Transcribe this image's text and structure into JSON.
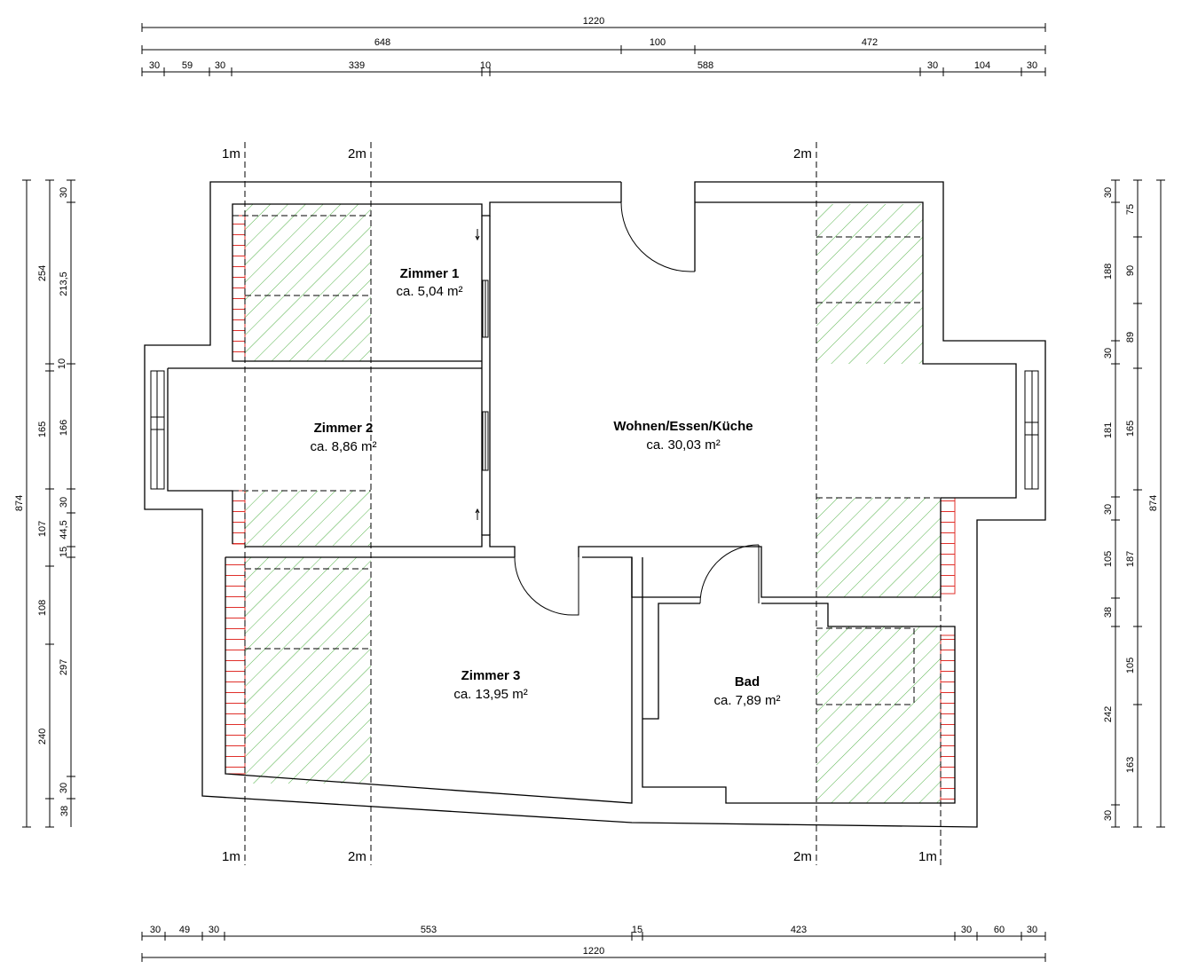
{
  "rooms": {
    "zimmer1": {
      "name": "Zimmer 1",
      "area": "ca. 5,04 m²"
    },
    "zimmer2": {
      "name": "Zimmer 2",
      "area": "ca. 8,86 m²"
    },
    "zimmer3": {
      "name": "Zimmer 3",
      "area": "ca. 13,95 m²"
    },
    "wohnen": {
      "name": "Wohnen/Essen/Küche",
      "area": "ca. 30,03 m²"
    },
    "bad": {
      "name": "Bad",
      "area": "ca. 7,89 m²"
    }
  },
  "height_marks": {
    "one_m": "1m",
    "two_m": "2m"
  },
  "dimensions": {
    "top_total": "1220",
    "top_row2": [
      "648",
      "100",
      "472"
    ],
    "top_row3": [
      "30",
      "59",
      "30",
      "339",
      "10",
      "588",
      "30",
      "104",
      "30"
    ],
    "bottom_row1": [
      "30",
      "49",
      "30",
      "553",
      "15",
      "423",
      "30",
      "60",
      "30"
    ],
    "bottom_total": "1220",
    "left_total": "874",
    "left_col2": [
      "254",
      "10",
      "165",
      "107",
      "108",
      "240",
      "38"
    ],
    "left_col3": [
      "30",
      "213,5",
      "166",
      "30",
      "44,5",
      "15",
      "297",
      "30"
    ],
    "right_col1": [
      "30",
      "188",
      "30",
      "181",
      "30",
      "105",
      "38",
      "242",
      "30"
    ],
    "right_col2": [
      "75",
      "90",
      "89",
      "165",
      "187",
      "105",
      "163"
    ],
    "right_total": "874"
  },
  "colors": {
    "hatch": "#55b34a",
    "slope": "#e0302b",
    "line": "#000000"
  }
}
